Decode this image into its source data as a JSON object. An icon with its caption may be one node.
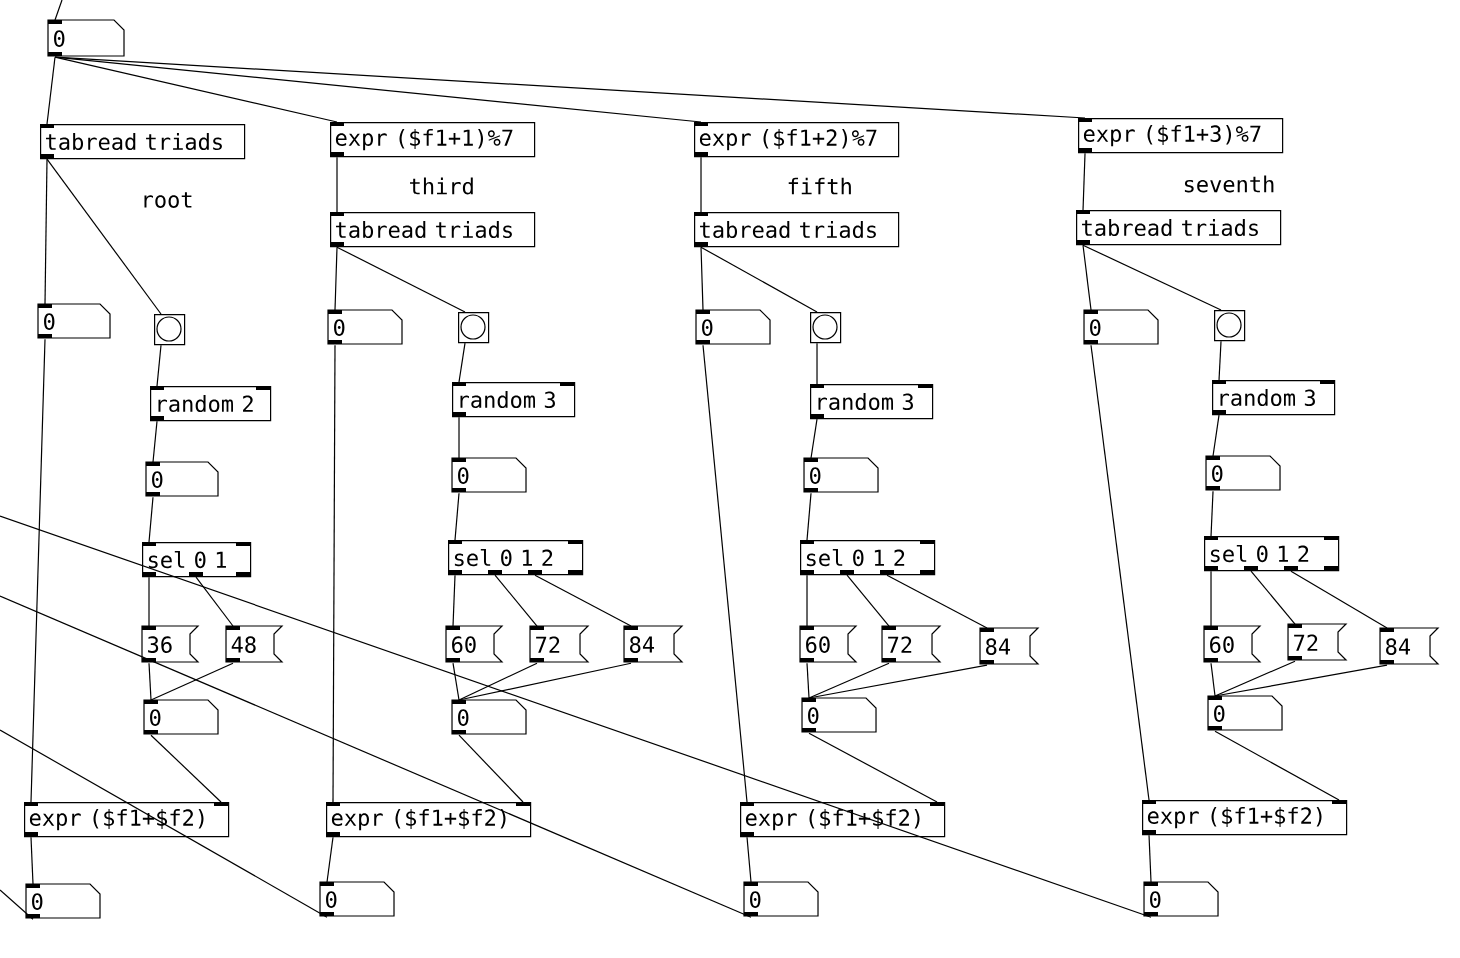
{
  "diagram": {
    "nodes": [
      {
        "text": [
          "0"
        ]
      },
      {
        "text": [
          "tabread triads"
        ]
      },
      {
        "text": [
          "0"
        ]
      },
      {
        "text": [],
        "shape": "box"
      },
      {
        "text": [
          "random 2"
        ]
      },
      {
        "text": [
          "0"
        ]
      },
      {
        "text": [
          "sel 0 1"
        ]
      },
      {
        "text": [
          "36"
        ]
      },
      {
        "text": [
          "48"
        ]
      },
      {
        "text": [
          "0"
        ]
      },
      {
        "text": [
          "expr ($f1+$f2)"
        ]
      },
      {
        "text": [
          "0"
        ]
      },
      {
        "text": [
          "expr ($f1+1)%7"
        ]
      },
      {
        "text": [
          "tabread triads"
        ]
      },
      {
        "text": [
          "0"
        ]
      },
      {
        "text": [],
        "shape": "box"
      },
      {
        "text": [
          "random 3"
        ]
      },
      {
        "text": [
          "0"
        ]
      },
      {
        "text": [
          "sel 0 1 2"
        ]
      },
      {
        "text": [
          "60"
        ]
      },
      {
        "text": [
          "72"
        ]
      },
      {
        "text": [
          "84"
        ]
      },
      {
        "text": [
          "0"
        ]
      },
      {
        "text": [
          "expr ($f1+$f2)"
        ]
      },
      {
        "text": [
          "0"
        ]
      },
      {
        "text": [
          "expr ($f1+2)%7"
        ]
      },
      {
        "text": [
          "tabread triads"
        ]
      },
      {
        "text": [
          "0"
        ]
      },
      {
        "text": [],
        "shape": "box"
      },
      {
        "text": [
          "random 3"
        ]
      },
      {
        "text": [
          "0"
        ]
      },
      {
        "text": [
          "sel 0 1 2"
        ]
      },
      {
        "text": [
          "60"
        ]
      },
      {
        "text": [
          "72"
        ]
      },
      {
        "text": [
          "84"
        ]
      },
      {
        "text": [
          "0"
        ]
      },
      {
        "text": [
          "expr ($f1+$f2)"
        ]
      },
      {
        "text": [
          "0"
        ]
      },
      {
        "text": [
          "expr ($f1+3)%7"
        ]
      },
      {
        "text": [
          "tabread triads"
        ]
      },
      {
        "text": [
          "0"
        ]
      },
      {
        "text": [],
        "shape": "box"
      },
      {
        "text": [
          "random 3"
        ]
      },
      {
        "text": [
          "0"
        ]
      },
      {
        "text": [
          "sel 0 1 2"
        ]
      },
      {
        "text": [
          "60"
        ]
      },
      {
        "text": [
          "72"
        ]
      },
      {
        "text": [
          "84"
        ]
      },
      {
        "text": [
          "0"
        ]
      },
      {
        "text": [
          "expr ($f1+$f2)"
        ]
      },
      {
        "text": [
          "0"
        ]
      }
    ],
    "edges": [
      {
        "from": null,
        "to": 0,
        "arrow": "none"
      },
      {
        "from": 0,
        "to": 1,
        "arrow": "none"
      },
      {
        "from": 1,
        "to": 2,
        "arrow": "none"
      },
      {
        "from": 1,
        "to": 3,
        "arrow": "none"
      },
      {
        "from": 3,
        "to": 4,
        "arrow": "none"
      },
      {
        "from": 4,
        "to": 5,
        "arrow": "none"
      },
      {
        "from": 5,
        "to": 6,
        "arrow": "none"
      },
      {
        "from": 6,
        "to": 7,
        "arrow": "none"
      },
      {
        "from": 6,
        "to": 8,
        "arrow": "none"
      },
      {
        "from": 7,
        "to": 9,
        "arrow": "none"
      },
      {
        "from": 8,
        "to": 9,
        "arrow": "none"
      },
      {
        "from": 2,
        "to": 10,
        "arrow": "none"
      },
      {
        "from": 9,
        "to": 10,
        "arrow": "none"
      },
      {
        "from": 10,
        "to": 11,
        "arrow": "none"
      },
      {
        "from": 11,
        "to": null,
        "arrow": "none"
      },
      {
        "from": 0,
        "to": 12,
        "arrow": "none"
      },
      {
        "from": 12,
        "to": 13,
        "arrow": "none"
      },
      {
        "from": 13,
        "to": 14,
        "arrow": "none"
      },
      {
        "from": 13,
        "to": 15,
        "arrow": "none"
      },
      {
        "from": 15,
        "to": 16,
        "arrow": "none"
      },
      {
        "from": 16,
        "to": 17,
        "arrow": "none"
      },
      {
        "from": 17,
        "to": 18,
        "arrow": "none"
      },
      {
        "from": 18,
        "to": 19,
        "arrow": "none"
      },
      {
        "from": 18,
        "to": 20,
        "arrow": "none"
      },
      {
        "from": 18,
        "to": 21,
        "arrow": "none"
      },
      {
        "from": 19,
        "to": 22,
        "arrow": "none"
      },
      {
        "from": 20,
        "to": 22,
        "arrow": "none"
      },
      {
        "from": 21,
        "to": 22,
        "arrow": "none"
      },
      {
        "from": 14,
        "to": 23,
        "arrow": "none"
      },
      {
        "from": 22,
        "to": 23,
        "arrow": "none"
      },
      {
        "from": 23,
        "to": 24,
        "arrow": "none"
      },
      {
        "from": 24,
        "to": null,
        "arrow": "none"
      },
      {
        "from": 0,
        "to": 25,
        "arrow": "none"
      },
      {
        "from": 25,
        "to": 26,
        "arrow": "none"
      },
      {
        "from": 26,
        "to": 27,
        "arrow": "none"
      },
      {
        "from": 26,
        "to": 28,
        "arrow": "none"
      },
      {
        "from": 28,
        "to": 29,
        "arrow": "none"
      },
      {
        "from": 29,
        "to": 30,
        "arrow": "none"
      },
      {
        "from": 30,
        "to": 31,
        "arrow": "none"
      },
      {
        "from": 31,
        "to": 32,
        "arrow": "none"
      },
      {
        "from": 31,
        "to": 33,
        "arrow": "none"
      },
      {
        "from": 31,
        "to": 34,
        "arrow": "none"
      },
      {
        "from": 32,
        "to": 35,
        "arrow": "none"
      },
      {
        "from": 33,
        "to": 35,
        "arrow": "none"
      },
      {
        "from": 34,
        "to": 35,
        "arrow": "none"
      },
      {
        "from": 27,
        "to": 36,
        "arrow": "none"
      },
      {
        "from": 35,
        "to": 36,
        "arrow": "none"
      },
      {
        "from": 36,
        "to": 37,
        "arrow": "none"
      },
      {
        "from": 37,
        "to": null,
        "arrow": "none"
      },
      {
        "from": 0,
        "to": 38,
        "arrow": "none"
      },
      {
        "from": 38,
        "to": 39,
        "arrow": "none"
      },
      {
        "from": 39,
        "to": 40,
        "arrow": "none"
      },
      {
        "from": 39,
        "to": 41,
        "arrow": "none"
      },
      {
        "from": 41,
        "to": 42,
        "arrow": "none"
      },
      {
        "from": 42,
        "to": 43,
        "arrow": "none"
      },
      {
        "from": 43,
        "to": 44,
        "arrow": "none"
      },
      {
        "from": 44,
        "to": 45,
        "arrow": "none"
      },
      {
        "from": 44,
        "to": 46,
        "arrow": "none"
      },
      {
        "from": 44,
        "to": 47,
        "arrow": "none"
      },
      {
        "from": 45,
        "to": 48,
        "arrow": "none"
      },
      {
        "from": 46,
        "to": 48,
        "arrow": "none"
      },
      {
        "from": 47,
        "to": 48,
        "arrow": "none"
      },
      {
        "from": 40,
        "to": 49,
        "arrow": "none"
      },
      {
        "from": 48,
        "to": 49,
        "arrow": "none"
      },
      {
        "from": 49,
        "to": 50,
        "arrow": "none"
      },
      {
        "from": 50,
        "to": null,
        "arrow": "none"
      }
    ],
    "labels": [
      "root",
      "third",
      "fifth",
      "seventh"
    ]
  }
}
